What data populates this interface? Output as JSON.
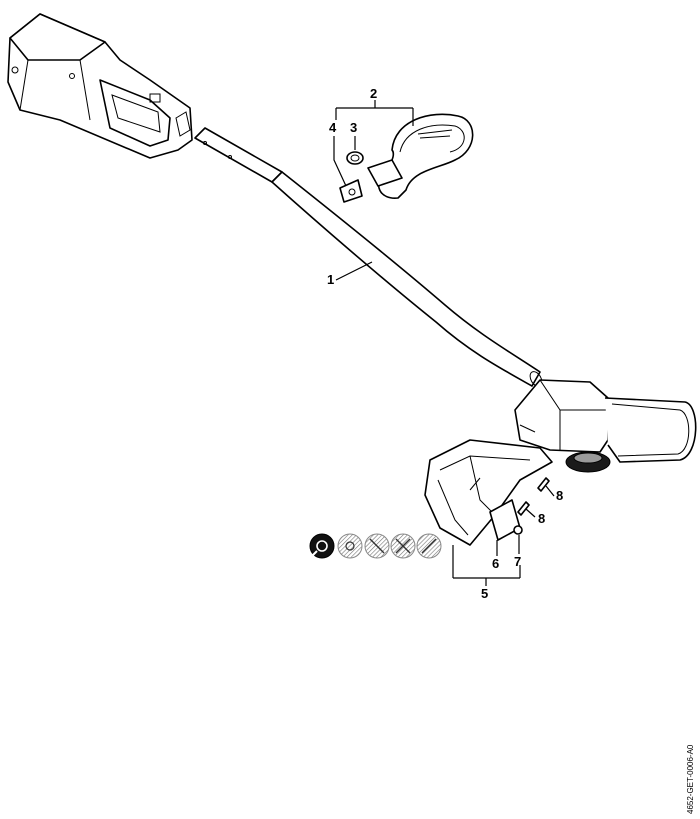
{
  "callouts": [
    {
      "id": "1",
      "label": "1"
    },
    {
      "id": "2",
      "label": "2"
    },
    {
      "id": "3",
      "label": "3"
    },
    {
      "id": "4",
      "label": "4"
    },
    {
      "id": "5",
      "label": "5"
    },
    {
      "id": "6",
      "label": "6"
    },
    {
      "id": "7",
      "label": "7"
    },
    {
      "id": "8a",
      "label": "8"
    },
    {
      "id": "8b",
      "label": "8"
    }
  ],
  "document_id": "4652-GET-0006-A0",
  "icons": [
    "wrench-icon",
    "cross-hatched-circle-icon",
    "cross-hatched-circle-icon",
    "cross-hatched-circle-icon",
    "cross-hatched-circle-icon"
  ]
}
